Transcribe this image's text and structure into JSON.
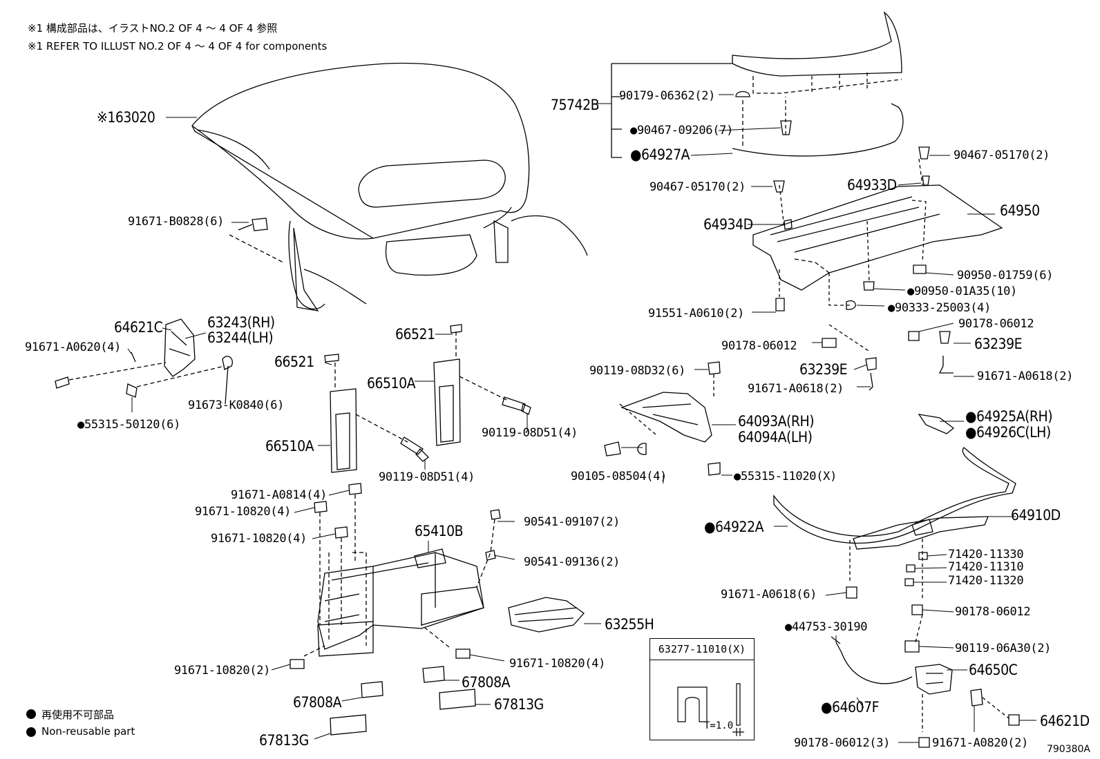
{
  "notes": {
    "jp": "※1 構成部品は、イラストNO.2 OF 4 ～ 4 OF 4 参照",
    "en": "※1 REFER TO ILLUST NO.2 OF 4 ～ 4 OF 4 for components"
  },
  "legend": {
    "jp": "再使用不可部品",
    "en": "Non-reusable part"
  },
  "illustration_code": "790380A",
  "kit_box": {
    "part": "63277-11010(X)",
    "thickness": "T=1.0"
  },
  "labels": {
    "p63020": "※163020",
    "p91671_B0828": "91671-B0828(6)",
    "p64621C": "64621C",
    "p63243": "63243(RH)",
    "p63244": "63244(LH)",
    "p91671_A0620": "91671-A0620(4)",
    "p91673_K0840": "91673-K0840(6)",
    "p55315_50120": "55315-50120(6)",
    "p66521_a": "66521",
    "p66521_b": "66521",
    "p66510A_a": "66510A",
    "p66510A_b": "66510A",
    "p90119_08D51_a": "90119-08D51(4)",
    "p90119_08D51_b": "90119-08D51(4)",
    "p91671_A0814": "91671-A0814(4)",
    "p91671_10820_a": "91671-10820(4)",
    "p91671_10820_b": "91671-10820(4)",
    "p65410B": "65410B",
    "p90541_09107": "90541-09107(2)",
    "p90541_09136": "90541-09136(2)",
    "p63255H": "63255H",
    "p91671_10820_c": "91671-10820(4)",
    "p91671_10820_d": "91671-10820(2)",
    "p67808A_a": "67808A",
    "p67808A_b": "67808A",
    "p67813G_a": "67813G",
    "p67813G_b": "67813G",
    "p75742B": "75742B",
    "p90179_06362": "90179-06362(2)",
    "p90467_09206": "90467-09206(7)",
    "p64927A": "64927A",
    "p90467_05170_a": "90467-05170(2)",
    "p90467_05170_b": "90467-05170(2)",
    "p64933D": "64933D",
    "p64934D": "64934D",
    "p64950": "64950",
    "p90950_01759": "90950-01759(6)",
    "p90950_01A35": "90950-01A35(10)",
    "p91551_A0610": "91551-A0610(2)",
    "p90333_25003": "90333-25003(4)",
    "p90178_06012_a": "90178-06012",
    "p90178_06012_b": "90178-06012",
    "p63239E_a": "63239E",
    "p63239E_b": "63239E",
    "p91671_A0618_a": "91671-A0618(2)",
    "p91671_A0618_b": "91671-A0618(2)",
    "p90119_08D32": "90119-08D32(6)",
    "p64093A": "64093A(RH)",
    "p64094A": "64094A(LH)",
    "p90105_08504": "90105-08504(4)",
    "p55315_11020": "55315-11020(X)",
    "p64925A": "64925A(RH)",
    "p64926C": "64926C(LH)",
    "p64922A": "64922A",
    "p64910D": "64910D",
    "p71420_11330": "71420-11330",
    "p71420_11310": "71420-11310",
    "p71420_11320": "71420-11320",
    "p91671_A0618_c": "91671-A0618(6)",
    "p90178_06012_c": "90178-06012",
    "p44753_30190": "44753-30190",
    "p90119_06A30": "90119-06A30(2)",
    "p64650C": "64650C",
    "p64607F": "64607F",
    "p90178_06012_d": "90178-06012(3)",
    "p91671_A0820": "91671-A0820(2)",
    "p64621D": "64621D"
  }
}
